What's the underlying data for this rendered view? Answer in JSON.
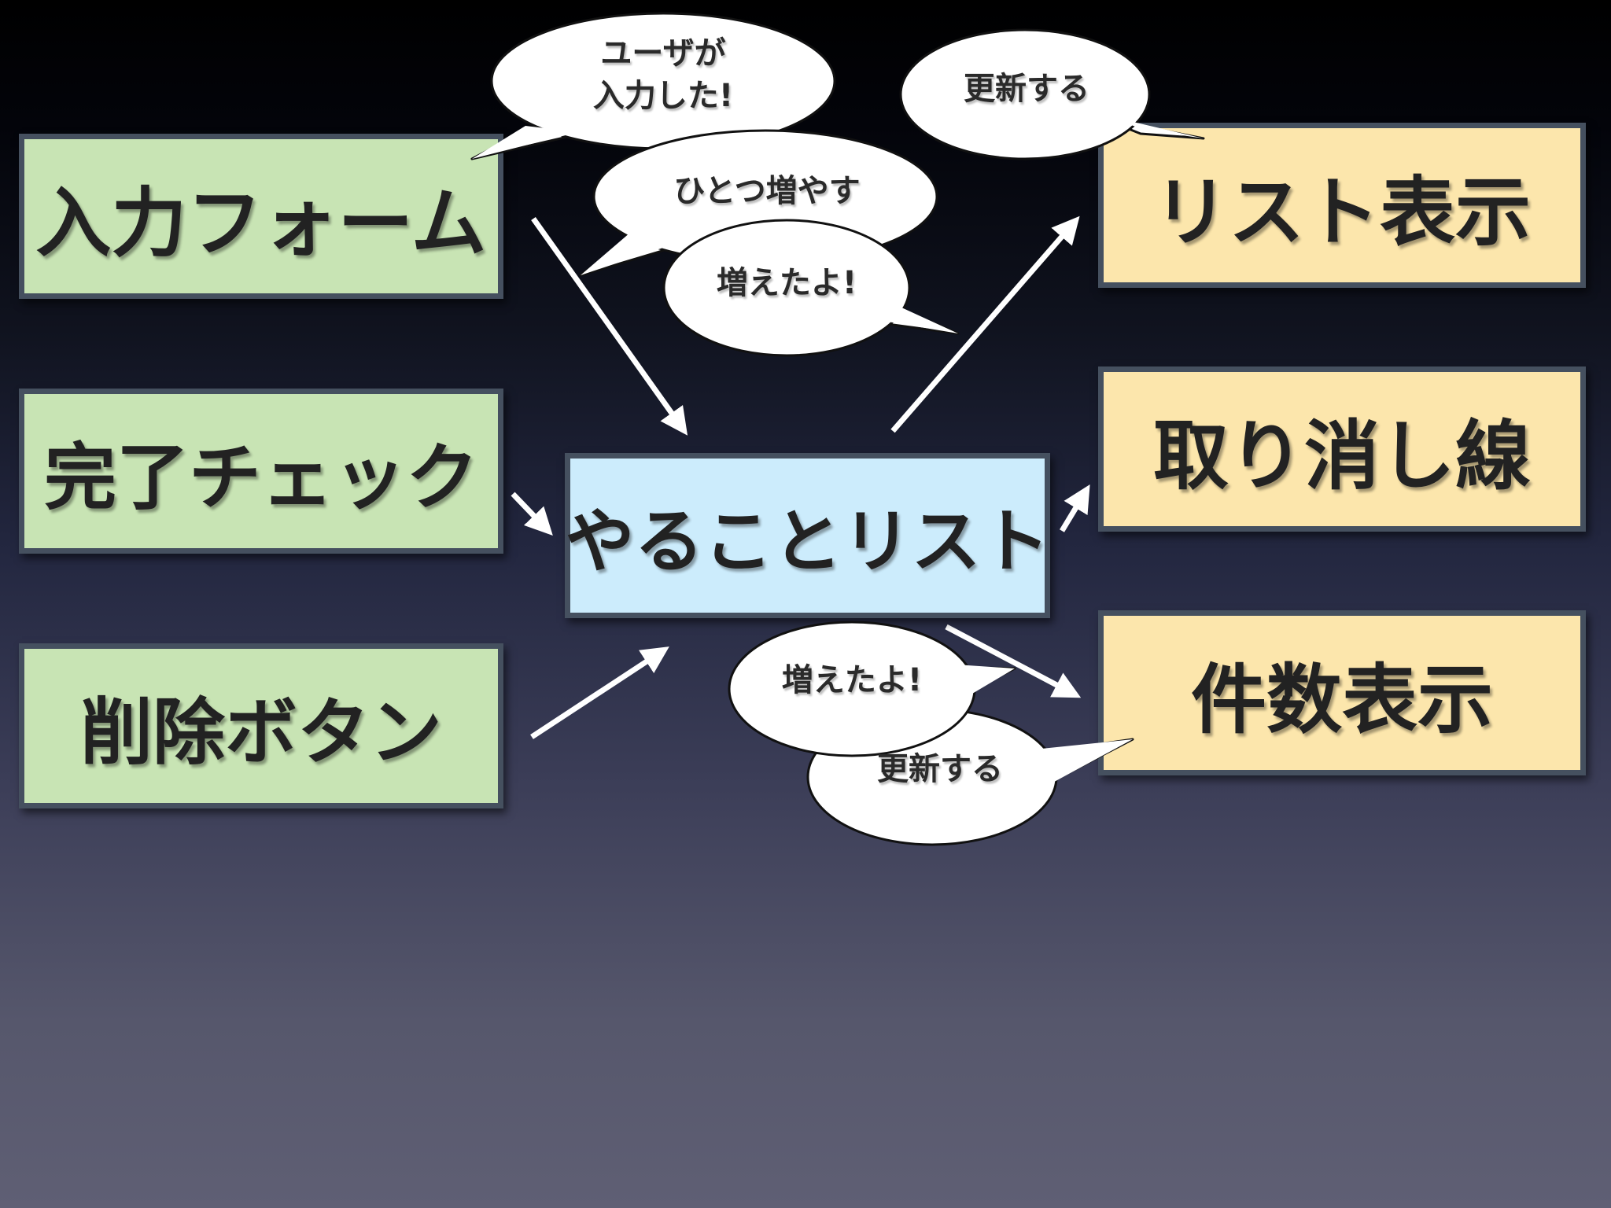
{
  "colors": {
    "source_box": "#c8e4b4",
    "store_box": "#ccecfc",
    "view_box": "#fce6ac",
    "box_border": "#45505f",
    "arrow": "#ffffff",
    "bubble_fill": "#ffffff",
    "bubble_stroke": "#111111"
  },
  "sources": {
    "input_form": "入力フォーム",
    "complete_check": "完了チェック",
    "delete_button": "削除ボタン"
  },
  "store": {
    "todo_list": "やることリスト"
  },
  "views": {
    "list_display": "リスト表示",
    "strikethrough": "取り消し線",
    "count_display": "件数表示"
  },
  "bubbles": {
    "user_input": [
      "ユーザが",
      "入力した!"
    ],
    "add_one": "ひとつ増やす",
    "increased_top": "増えたよ!",
    "update_top": "更新する",
    "increased_bottom": "増えたよ!",
    "update_bottom": "更新する"
  }
}
